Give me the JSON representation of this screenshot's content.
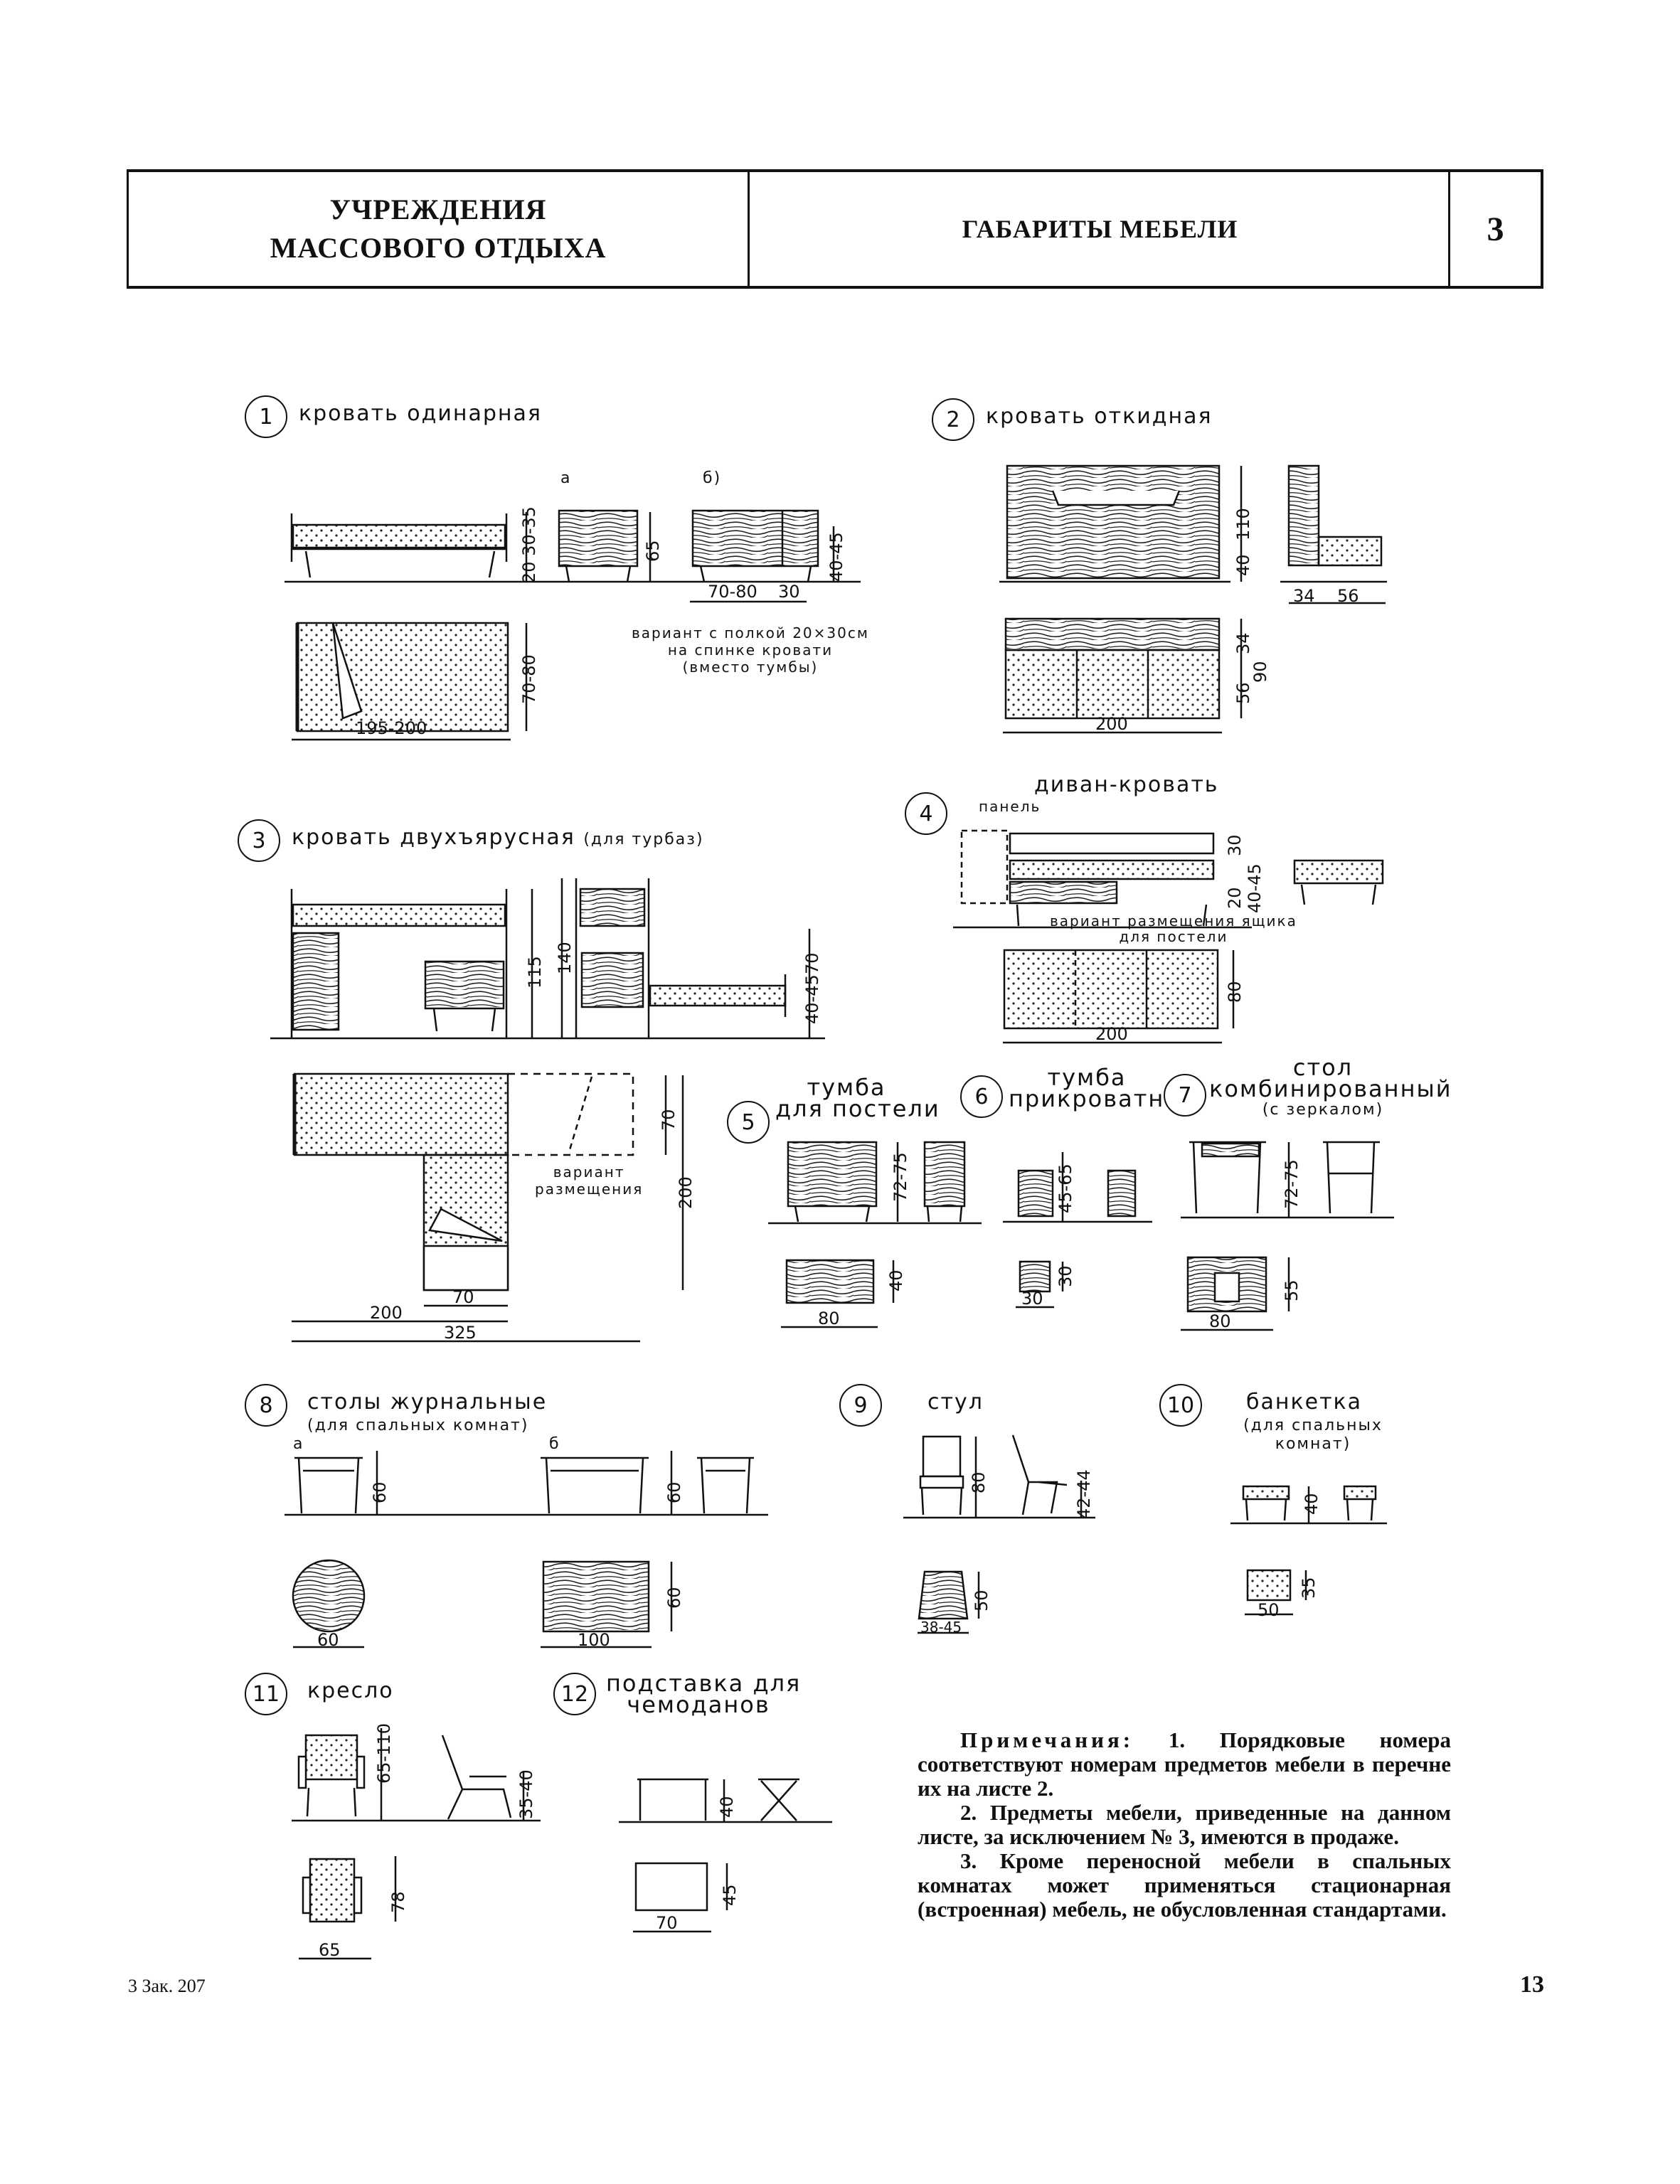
{
  "header": {
    "left_line1": "УЧРЕЖДЕНИЯ",
    "left_line2": "МАССОВОГО ОТДЫХА",
    "center": "ГАБАРИТЫ МЕБЕЛИ",
    "sheet_number": "3"
  },
  "items": [
    {
      "num": "1",
      "label": "кровать одинарная",
      "sub_a": "а",
      "sub_b": "б)",
      "dims": [
        "20",
        "30-35",
        "65",
        "40-45",
        "70-80",
        "30",
        "70-80",
        "195-200"
      ],
      "note": [
        "вариант с полкой 20×30см",
        "на спинке кровати",
        "(вместо тумбы)"
      ]
    },
    {
      "num": "2",
      "label": "кровать откидная",
      "dims": [
        "110",
        "40",
        "34",
        "56",
        "34",
        "90",
        "56",
        "200"
      ]
    },
    {
      "num": "3",
      "label": "кровать двухъярусная",
      "label_sub": "(для турбаз)",
      "dims": [
        "115",
        "140",
        "70",
        "40-45",
        "70",
        "200",
        "200",
        "70",
        "325"
      ],
      "note": [
        "вариант",
        "размещения"
      ]
    },
    {
      "num": "4",
      "label": "диван-кровать",
      "panel": "панель",
      "dims": [
        "30",
        "20",
        "40-45",
        "80",
        "200"
      ],
      "note": [
        "вариант размещения ящика",
        "для постели"
      ]
    },
    {
      "num": "5",
      "label_line1": "тумба",
      "label_line2": "для постели",
      "dims": [
        "72-75",
        "40",
        "80"
      ]
    },
    {
      "num": "6",
      "label_line1": "тумба",
      "label_line2": "прикроватная",
      "dims": [
        "45-65",
        "30",
        "30"
      ]
    },
    {
      "num": "7",
      "label_line1": "стол",
      "label_line2": "комбинированный",
      "label_line3": "(с зеркалом)",
      "dims": [
        "72-75",
        "55",
        "80"
      ]
    },
    {
      "num": "8",
      "label": "столы журнальные",
      "label_sub": "(для спальных комнат)",
      "sub_a": "а",
      "sub_b": "б",
      "dims": [
        "60",
        "60",
        "60",
        "60",
        "100"
      ]
    },
    {
      "num": "9",
      "label": "стул",
      "dims": [
        "80",
        "42-44",
        "50",
        "38-45"
      ]
    },
    {
      "num": "10",
      "label": "банкетка",
      "label_sub1": "(для спальных",
      "label_sub2": "комнат)",
      "dims": [
        "40",
        "35",
        "50"
      ]
    },
    {
      "num": "11",
      "label": "кресло",
      "dims": [
        "65-110",
        "35-40",
        "78",
        "65"
      ]
    },
    {
      "num": "12",
      "label_line1": "подставка для",
      "label_line2": "чемоданов",
      "dims": [
        "40",
        "45",
        "70"
      ]
    }
  ],
  "notes": {
    "heading": "Примечания:",
    "n1": "1. Порядковые номера соответствуют номерам предметов мебели в перечне их на листе 2.",
    "n2": "2. Предметы мебели, приведенные на данном листе, за исключением № 3, имеются в продаже.",
    "n3": "3. Кроме переносной мебели в спальных комнатах может применяться стационарная (встроенная) мебель, не обусловленная стандартами."
  },
  "footer": {
    "left": "3 Зак. 207",
    "page": "13"
  }
}
